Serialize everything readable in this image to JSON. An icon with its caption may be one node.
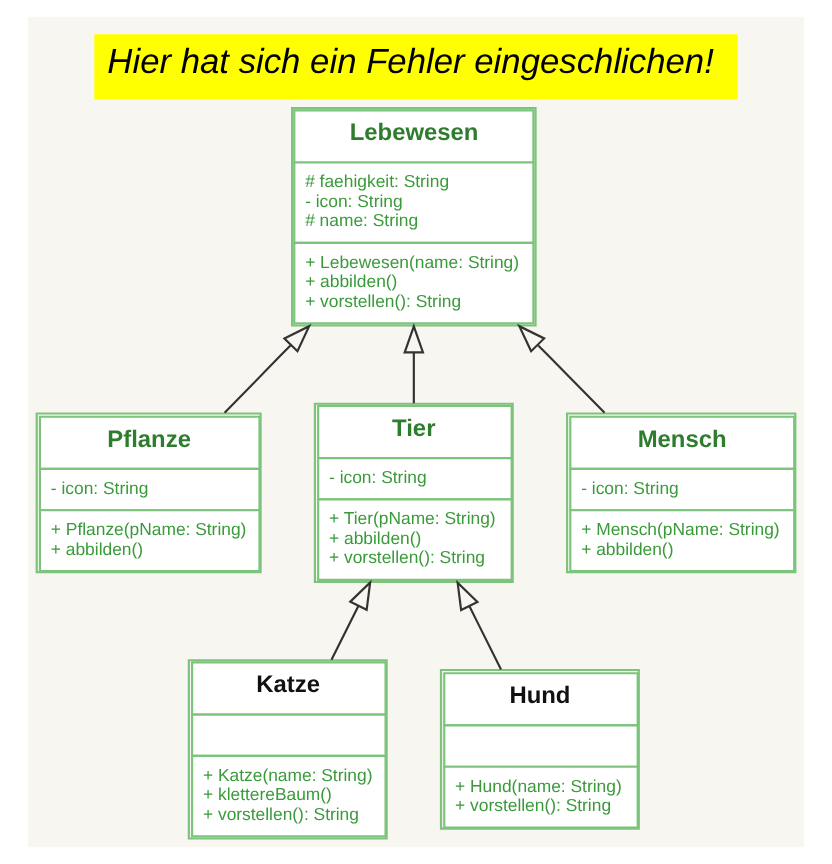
{
  "diagram": {
    "title": "Hier hat sich ein Fehler eingeschlichen!",
    "nodes": [
      {
        "text": [
          "Lebewesen",
          "# faehigkeit: String - icon: String # name: String",
          "+ Lebewesen(name: String) + abbilden() + vorstellen(): String"
        ]
      },
      {
        "text": [
          "Pflanze",
          "- icon: String",
          "+ Pflanze(pName: String) + abbilden()"
        ]
      },
      {
        "text": [
          "Tier",
          "- icon: String",
          "+ Tier(pName: String) + abbilden() + vorstellen(): String"
        ]
      },
      {
        "text": [
          "Mensch",
          "- icon: String",
          "+ Mensch(pName: String) + abbilden()"
        ]
      },
      {
        "text": [
          "Katze",
          "+ Katze(name: String) + klettereBaum() + vorstellen(): String"
        ]
      },
      {
        "text": [
          "Hund",
          "+ Hund(name: String) + vorstellen(): String"
        ]
      }
    ],
    "edges": [
      {
        "from": 1,
        "to": 0,
        "arrow": "to"
      },
      {
        "from": 2,
        "to": 0,
        "arrow": "to"
      },
      {
        "from": 3,
        "to": 0,
        "arrow": "to"
      },
      {
        "from": 4,
        "to": 2,
        "arrow": "to"
      },
      {
        "from": 5,
        "to": 2,
        "arrow": "to"
      }
    ]
  }
}
